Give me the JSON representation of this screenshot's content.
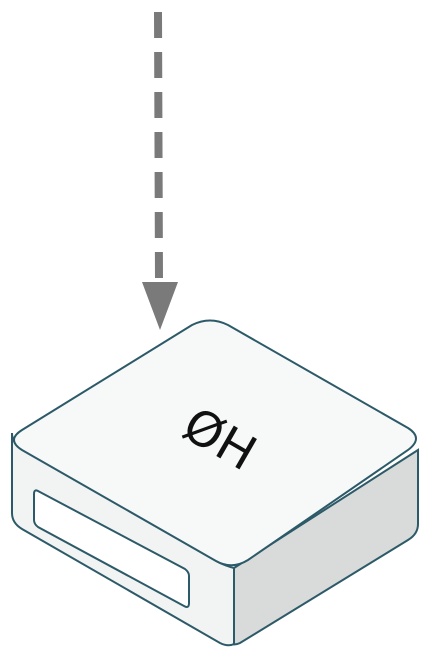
{
  "device": {
    "label": "ØH",
    "icon": "isometric-network-device"
  },
  "arrow": {
    "style": "dashed",
    "direction": "down",
    "color": "#7a7a7a"
  },
  "colors": {
    "outline": "#2d5a68",
    "top_face": "#f7f9f9",
    "side_face": "#f2f4f4",
    "side_shade": "#d9dbdb",
    "port_fill": "#ffffff"
  }
}
